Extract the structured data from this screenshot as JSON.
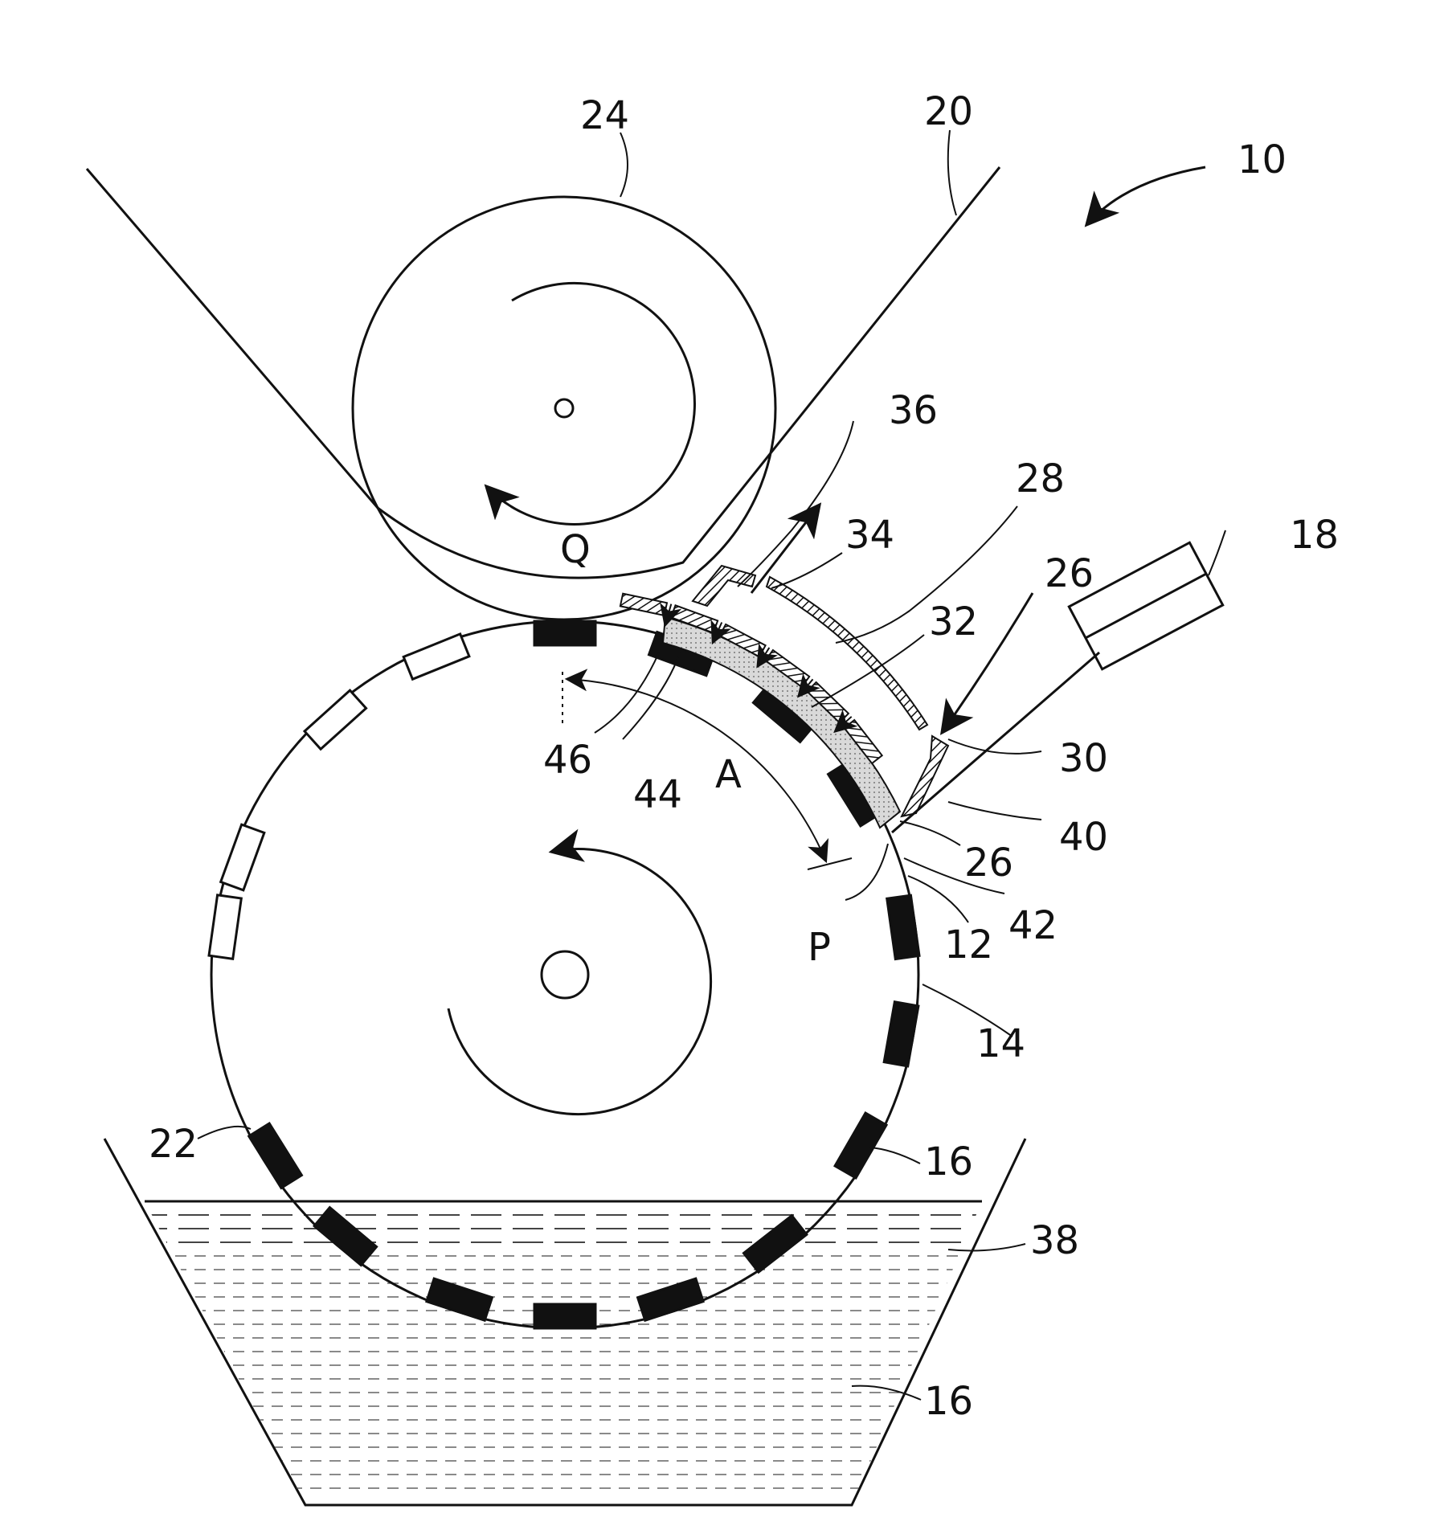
{
  "labels": {
    "device": "10",
    "roller": "24",
    "sheet": "20",
    "outlet_arrow": "36",
    "outlet": "34",
    "hood": "28",
    "light": "18",
    "unit_arrow": "26",
    "nozzles": "32",
    "point_q": "Q",
    "label_46": "46",
    "label_44": "44",
    "range_a": "A",
    "wall": "30",
    "gas": "40",
    "nozzle_26": "26",
    "point_p": "P",
    "drum_12": "12",
    "label_42": "42",
    "drum": "14",
    "spot": "22",
    "ink_16": "16",
    "liquid": "38",
    "bath_16": "16"
  },
  "colors": {
    "line": "#111111",
    "mark": "#111111",
    "shade": "#cfcfcf"
  }
}
